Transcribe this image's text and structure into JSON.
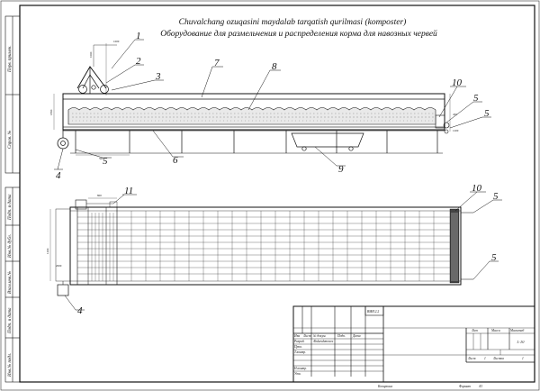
{
  "title": {
    "line1": "Chuvalchang ozuqasini maydalab tarqatish qurilmasi (komposter)",
    "line2": "Оборудование для размельчения и распределения корма для навозных червей"
  },
  "callouts": {
    "c1": "1",
    "c2": "2",
    "c3": "3",
    "c4a": "4",
    "c5a": "5",
    "c6": "6",
    "c7": "7",
    "c8": "8",
    "c9": "9",
    "c10a": "10",
    "c5b": "5",
    "c5c": "5",
    "c11": "11",
    "c10b": "10",
    "c5d": "5",
    "c5e": "5",
    "c4b": "4"
  },
  "dimensions": {
    "d1": "1000",
    "d2": "1000",
    "d3": "1800",
    "d4": "500",
    "d5": "450",
    "d6": "1200",
    "d7": "800",
    "d8": "1200",
    "d9": "2000"
  },
  "side_strip": {
    "s1": "Перв. примен.",
    "s2": "Справ. №",
    "s3": "Подп. и дата",
    "s4": "Инв.№ дубл.",
    "s5": "Взам.инв.№",
    "s6": "Подп. и дата",
    "s7": "Инв.№ подл."
  },
  "title_block": {
    "top_code": "BMИ 2.2",
    "hdr_izm": "Изм",
    "hdr_list": "Лист",
    "hdr_doc": "№ докум.",
    "hdr_podp": "Подп.",
    "hdr_data": "Дата",
    "razrab": "Разраб.",
    "razrab_name": "Abdurahmonov",
    "prov": "Пров.",
    "tkontr": "Т.контр.",
    "nkontr": "Н.контр.",
    "utv": "Утв.",
    "lit": "Лит",
    "massa": "Масса",
    "masshtab": "Масштаб",
    "scale_value": "1:10",
    "list": "Лист",
    "list_val": "1",
    "listov": "Листов",
    "listov_val": "1",
    "kopiroval": "Копировал",
    "format": "Формат",
    "format_val": "A3"
  }
}
